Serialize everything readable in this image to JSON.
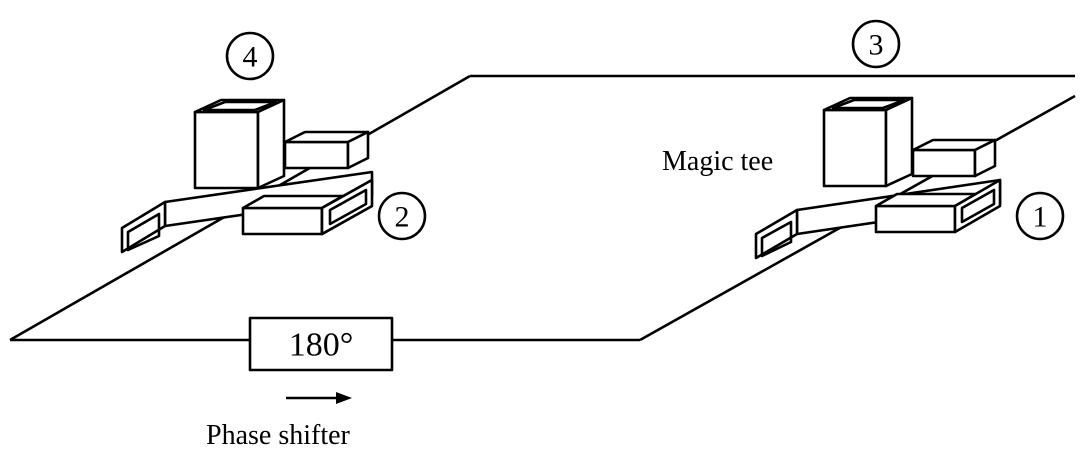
{
  "diagram": {
    "ports": {
      "p1": "1",
      "p2": "2",
      "p3": "3",
      "p4": "4"
    },
    "magic_tee_label": "Magic tee",
    "phase_shifter": {
      "value": "180°",
      "label": "Phase shifter"
    }
  }
}
